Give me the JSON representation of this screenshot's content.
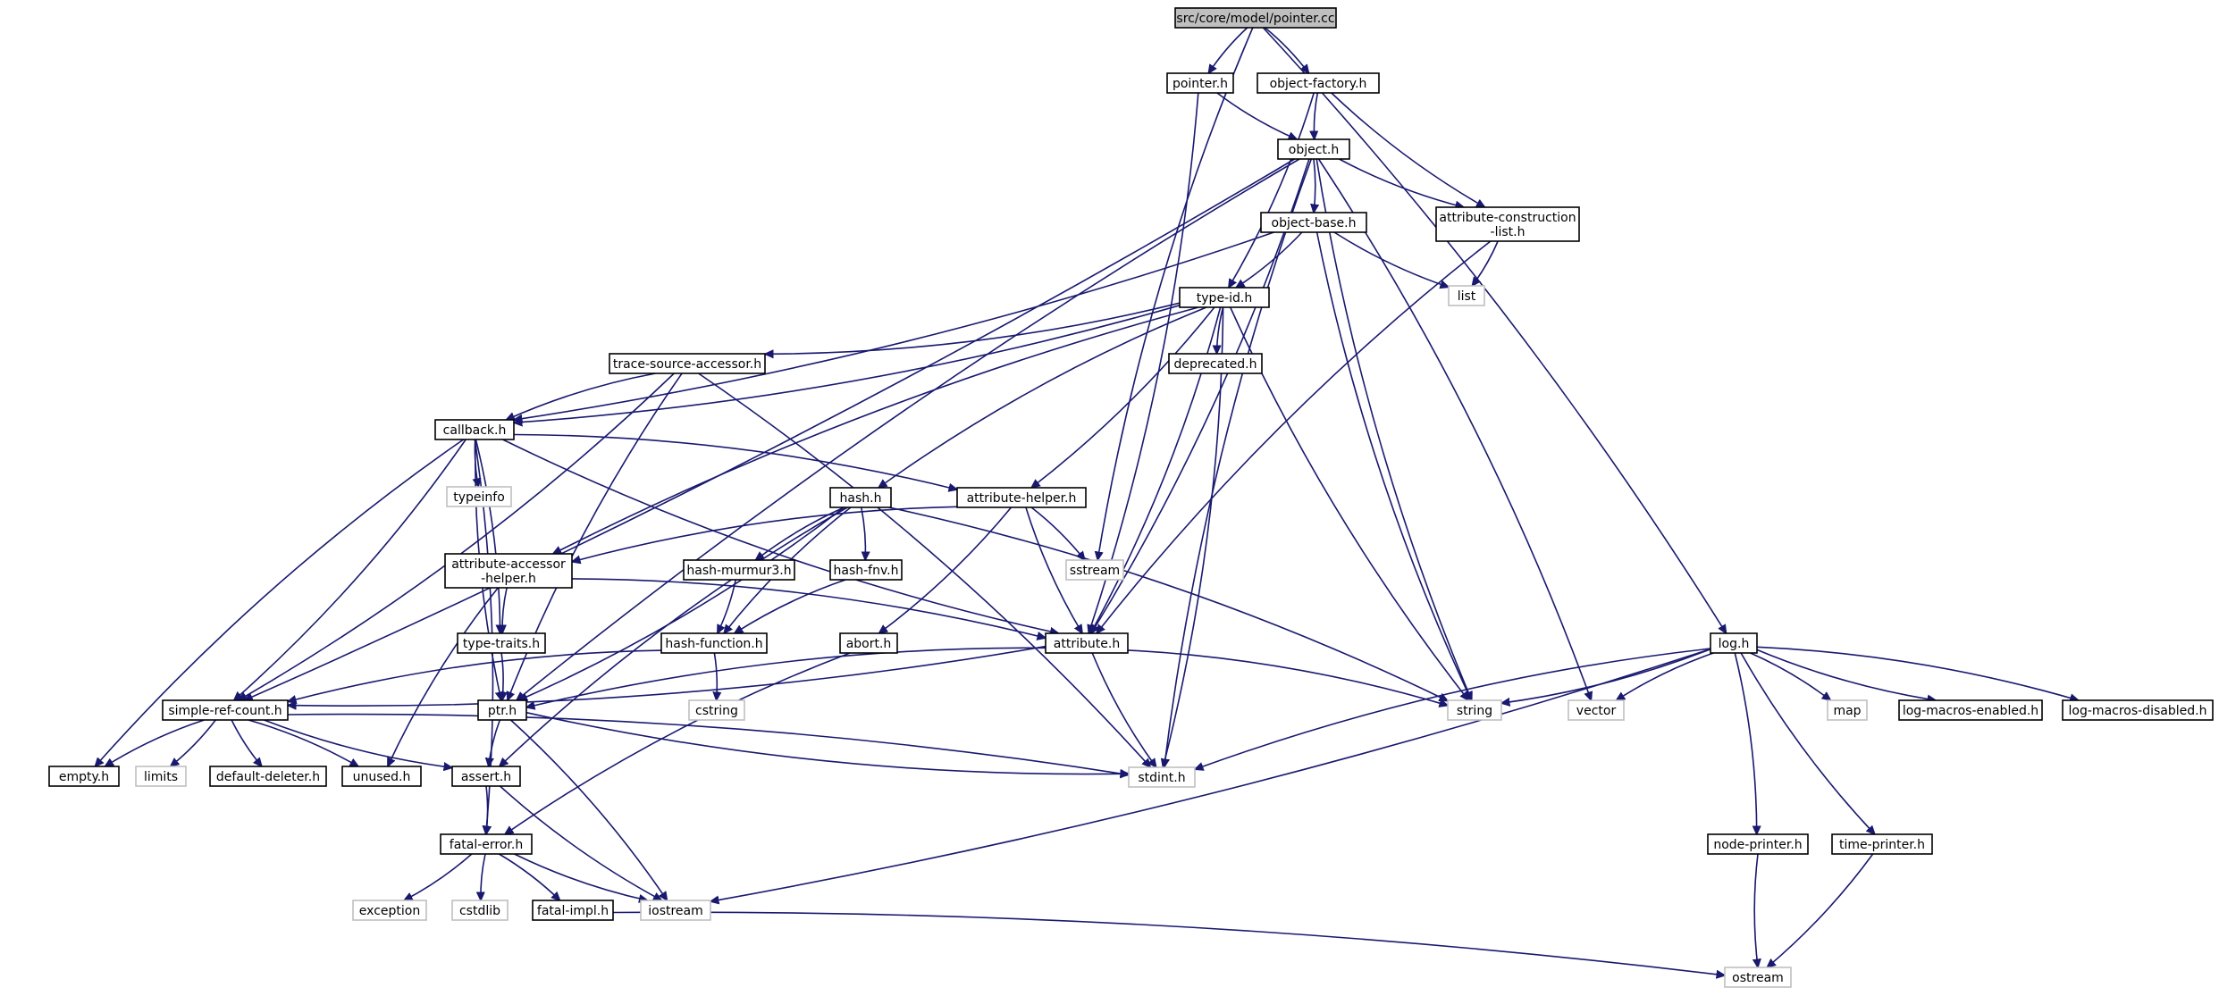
{
  "diagram": {
    "edge_color": "#191970",
    "root_fill": "#bfbfbf",
    "system_header_border": "#bfbfbf",
    "nodes": [
      {
        "id": "root",
        "kind": "root",
        "lines": [
          "src/core/model/pointer.cc"
        ]
      },
      {
        "id": "pointer_h",
        "kind": "local",
        "lines": [
          "pointer.h"
        ]
      },
      {
        "id": "object_factory_h",
        "kind": "local",
        "lines": [
          "object-factory.h"
        ]
      },
      {
        "id": "object_h",
        "kind": "local",
        "lines": [
          "object.h"
        ]
      },
      {
        "id": "object_base_h",
        "kind": "local",
        "lines": [
          "object-base.h"
        ]
      },
      {
        "id": "attr_cons_list_h",
        "kind": "local",
        "lines": [
          "attribute-construction",
          "-list.h"
        ]
      },
      {
        "id": "list",
        "kind": "system",
        "lines": [
          "list"
        ]
      },
      {
        "id": "type_id_h",
        "kind": "local",
        "lines": [
          "type-id.h"
        ]
      },
      {
        "id": "trace_source_accessor_h",
        "kind": "local",
        "lines": [
          "trace-source-accessor.h"
        ]
      },
      {
        "id": "deprecated_h",
        "kind": "local",
        "lines": [
          "deprecated.h"
        ]
      },
      {
        "id": "callback_h",
        "kind": "local",
        "lines": [
          "callback.h"
        ]
      },
      {
        "id": "typeinfo",
        "kind": "system",
        "lines": [
          "typeinfo"
        ]
      },
      {
        "id": "hash_h",
        "kind": "local",
        "lines": [
          "hash.h"
        ]
      },
      {
        "id": "attribute_helper_h",
        "kind": "local",
        "lines": [
          "attribute-helper.h"
        ]
      },
      {
        "id": "attr_accessor_helper_h",
        "kind": "local",
        "lines": [
          "attribute-accessor",
          "-helper.h"
        ]
      },
      {
        "id": "hash_murmur3_h",
        "kind": "local",
        "lines": [
          "hash-murmur3.h"
        ]
      },
      {
        "id": "hash_fnv_h",
        "kind": "local",
        "lines": [
          "hash-fnv.h"
        ]
      },
      {
        "id": "sstream",
        "kind": "system",
        "lines": [
          "sstream"
        ]
      },
      {
        "id": "type_traits_h",
        "kind": "local",
        "lines": [
          "type-traits.h"
        ]
      },
      {
        "id": "hash_function_h",
        "kind": "local",
        "lines": [
          "hash-function.h"
        ]
      },
      {
        "id": "abort_h",
        "kind": "local",
        "lines": [
          "abort.h"
        ]
      },
      {
        "id": "attribute_h",
        "kind": "local",
        "lines": [
          "attribute.h"
        ]
      },
      {
        "id": "log_h",
        "kind": "local",
        "lines": [
          "log.h"
        ]
      },
      {
        "id": "simple_ref_count_h",
        "kind": "local",
        "lines": [
          "simple-ref-count.h"
        ]
      },
      {
        "id": "ptr_h",
        "kind": "local",
        "lines": [
          "ptr.h"
        ]
      },
      {
        "id": "cstring",
        "kind": "system",
        "lines": [
          "cstring"
        ]
      },
      {
        "id": "string",
        "kind": "system",
        "lines": [
          "string"
        ]
      },
      {
        "id": "vector",
        "kind": "system",
        "lines": [
          "vector"
        ]
      },
      {
        "id": "map",
        "kind": "system",
        "lines": [
          "map"
        ]
      },
      {
        "id": "log_macros_enabled_h",
        "kind": "local",
        "lines": [
          "log-macros-enabled.h"
        ]
      },
      {
        "id": "log_macros_disabled_h",
        "kind": "local",
        "lines": [
          "log-macros-disabled.h"
        ]
      },
      {
        "id": "empty_h",
        "kind": "local",
        "lines": [
          "empty.h"
        ]
      },
      {
        "id": "limits",
        "kind": "system",
        "lines": [
          "limits"
        ]
      },
      {
        "id": "default_deleter_h",
        "kind": "local",
        "lines": [
          "default-deleter.h"
        ]
      },
      {
        "id": "unused_h",
        "kind": "local",
        "lines": [
          "unused.h"
        ]
      },
      {
        "id": "assert_h",
        "kind": "local",
        "lines": [
          "assert.h"
        ]
      },
      {
        "id": "stdint_h",
        "kind": "system",
        "lines": [
          "stdint.h"
        ]
      },
      {
        "id": "fatal_error_h",
        "kind": "local",
        "lines": [
          "fatal-error.h"
        ]
      },
      {
        "id": "node_printer_h",
        "kind": "local",
        "lines": [
          "node-printer.h"
        ]
      },
      {
        "id": "time_printer_h",
        "kind": "local",
        "lines": [
          "time-printer.h"
        ]
      },
      {
        "id": "exception",
        "kind": "system",
        "lines": [
          "exception"
        ]
      },
      {
        "id": "cstdlib",
        "kind": "system",
        "lines": [
          "cstdlib"
        ]
      },
      {
        "id": "fatal_impl_h",
        "kind": "local",
        "lines": [
          "fatal-impl.h"
        ]
      },
      {
        "id": "iostream",
        "kind": "system",
        "lines": [
          "iostream"
        ]
      },
      {
        "id": "ostream",
        "kind": "system",
        "lines": [
          "ostream"
        ]
      }
    ],
    "edges": [
      [
        "root",
        "pointer_h"
      ],
      [
        "root",
        "object_factory_h"
      ],
      [
        "root",
        "sstream"
      ],
      [
        "root",
        "log_h"
      ],
      [
        "pointer_h",
        "object_h"
      ],
      [
        "pointer_h",
        "attribute_h"
      ],
      [
        "object_factory_h",
        "object_h"
      ],
      [
        "object_factory_h",
        "type_id_h"
      ],
      [
        "object_factory_h",
        "attr_cons_list_h"
      ],
      [
        "object_h",
        "object_base_h"
      ],
      [
        "object_h",
        "attr_cons_list_h"
      ],
      [
        "object_h",
        "simple_ref_count_h"
      ],
      [
        "object_h",
        "ptr_h"
      ],
      [
        "object_h",
        "attribute_h"
      ],
      [
        "object_h",
        "string"
      ],
      [
        "object_h",
        "vector"
      ],
      [
        "object_h",
        "stdint_h"
      ],
      [
        "object_base_h",
        "type_id_h"
      ],
      [
        "object_base_h",
        "list"
      ],
      [
        "object_base_h",
        "callback_h"
      ],
      [
        "object_base_h",
        "string"
      ],
      [
        "attr_cons_list_h",
        "list"
      ],
      [
        "attr_cons_list_h",
        "attribute_h"
      ],
      [
        "type_id_h",
        "trace_source_accessor_h"
      ],
      [
        "type_id_h",
        "deprecated_h"
      ],
      [
        "type_id_h",
        "callback_h"
      ],
      [
        "type_id_h",
        "hash_h"
      ],
      [
        "type_id_h",
        "attribute_helper_h"
      ],
      [
        "type_id_h",
        "attr_accessor_helper_h"
      ],
      [
        "type_id_h",
        "attribute_h"
      ],
      [
        "type_id_h",
        "string"
      ],
      [
        "type_id_h",
        "stdint_h"
      ],
      [
        "trace_source_accessor_h",
        "callback_h"
      ],
      [
        "trace_source_accessor_h",
        "simple_ref_count_h"
      ],
      [
        "trace_source_accessor_h",
        "ptr_h"
      ],
      [
        "trace_source_accessor_h",
        "stdint_h"
      ],
      [
        "callback_h",
        "typeinfo"
      ],
      [
        "callback_h",
        "attribute_helper_h"
      ],
      [
        "callback_h",
        "attribute_h"
      ],
      [
        "callback_h",
        "type_traits_h"
      ],
      [
        "callback_h",
        "ptr_h"
      ],
      [
        "callback_h",
        "simple_ref_count_h"
      ],
      [
        "callback_h",
        "empty_h"
      ],
      [
        "callback_h",
        "fatal_error_h"
      ],
      [
        "hash_h",
        "hash_murmur3_h"
      ],
      [
        "hash_h",
        "hash_fnv_h"
      ],
      [
        "hash_h",
        "hash_function_h"
      ],
      [
        "hash_h",
        "ptr_h"
      ],
      [
        "hash_h",
        "assert_h"
      ],
      [
        "hash_h",
        "string"
      ],
      [
        "attribute_helper_h",
        "attr_accessor_helper_h"
      ],
      [
        "attribute_helper_h",
        "sstream"
      ],
      [
        "attribute_helper_h",
        "attribute_h"
      ],
      [
        "attribute_helper_h",
        "abort_h"
      ],
      [
        "attr_accessor_helper_h",
        "type_traits_h"
      ],
      [
        "attr_accessor_helper_h",
        "attribute_h"
      ],
      [
        "attr_accessor_helper_h",
        "unused_h"
      ],
      [
        "hash_murmur3_h",
        "hash_function_h"
      ],
      [
        "hash_fnv_h",
        "hash_function_h"
      ],
      [
        "hash_function_h",
        "cstring"
      ],
      [
        "hash_function_h",
        "simple_ref_count_h"
      ],
      [
        "type_traits_h",
        "ptr_h"
      ],
      [
        "abort_h",
        "fatal_error_h"
      ],
      [
        "attribute_h",
        "simple_ref_count_h"
      ],
      [
        "attribute_h",
        "ptr_h"
      ],
      [
        "attribute_h",
        "string"
      ],
      [
        "attribute_h",
        "stdint_h"
      ],
      [
        "log_h",
        "string"
      ],
      [
        "log_h",
        "vector"
      ],
      [
        "log_h",
        "map"
      ],
      [
        "log_h",
        "log_macros_enabled_h"
      ],
      [
        "log_h",
        "log_macros_disabled_h"
      ],
      [
        "log_h",
        "stdint_h"
      ],
      [
        "log_h",
        "node_printer_h"
      ],
      [
        "log_h",
        "time_printer_h"
      ],
      [
        "log_h",
        "iostream"
      ],
      [
        "simple_ref_count_h",
        "empty_h"
      ],
      [
        "simple_ref_count_h",
        "limits"
      ],
      [
        "simple_ref_count_h",
        "default_deleter_h"
      ],
      [
        "simple_ref_count_h",
        "unused_h"
      ],
      [
        "simple_ref_count_h",
        "assert_h"
      ],
      [
        "simple_ref_count_h",
        "stdint_h"
      ],
      [
        "ptr_h",
        "assert_h"
      ],
      [
        "ptr_h",
        "iostream"
      ],
      [
        "ptr_h",
        "stdint_h"
      ],
      [
        "assert_h",
        "fatal_error_h"
      ],
      [
        "assert_h",
        "iostream"
      ],
      [
        "fatal_error_h",
        "exception"
      ],
      [
        "fatal_error_h",
        "cstdlib"
      ],
      [
        "fatal_error_h",
        "fatal_impl_h"
      ],
      [
        "fatal_error_h",
        "iostream"
      ],
      [
        "fatal_impl_h",
        "ostream"
      ],
      [
        "node_printer_h",
        "ostream"
      ],
      [
        "time_printer_h",
        "ostream"
      ]
    ]
  }
}
